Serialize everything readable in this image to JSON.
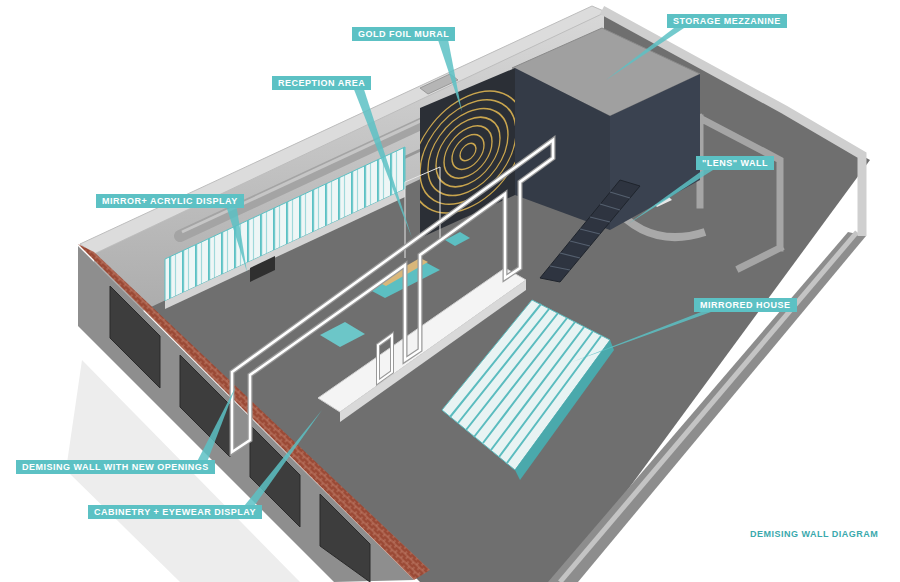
{
  "diagram": {
    "caption": "DEMISING WALL DIAGRAM",
    "nodes": [
      {
        "text": [
          "STORAGE MEZZANINE"
        ]
      },
      {
        "text": [
          "GOLD FOIL MURAL"
        ]
      },
      {
        "text": [
          "RECEPTION AREA"
        ]
      },
      {
        "text": [
          "\"LENS\" WALL"
        ]
      },
      {
        "text": [
          "MIRROR+ ACRYLIC DISPLAY"
        ]
      },
      {
        "text": [
          "MIRRORED HOUSE"
        ]
      },
      {
        "text": [
          "DEMISING WALL WITH NEW OPENINGS"
        ]
      },
      {
        "text": [
          "CABINETRY + EYEWEAR DISPLAY"
        ]
      }
    ]
  }
}
